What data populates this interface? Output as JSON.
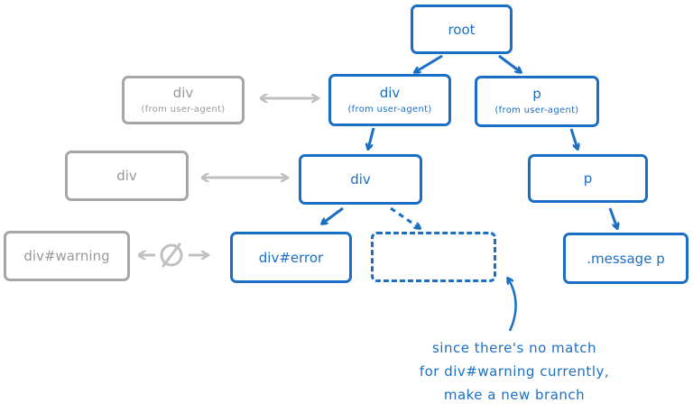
{
  "colors": {
    "active": "#1a6fc4",
    "inactive": "#a6a6a6"
  },
  "nodes": {
    "root": {
      "label": "root"
    },
    "ua_div": {
      "label": "div",
      "sub": "(from user-agent)"
    },
    "ua_p": {
      "label": "p",
      "sub": "(from user-agent)"
    },
    "div": {
      "label": "div"
    },
    "p": {
      "label": "p"
    },
    "div_error": {
      "label": "div#error"
    },
    "message_p": {
      "label": ".message p"
    },
    "new_branch": {
      "label": ""
    }
  },
  "compare_nodes": {
    "ua_div": {
      "label": "div",
      "sub": "(from user-agent)"
    },
    "div": {
      "label": "div"
    },
    "div_warning": {
      "label": "div#warning"
    }
  },
  "annotation": {
    "lines": [
      "since there's no match",
      "for div#warning currently,",
      "make a new branch"
    ]
  }
}
